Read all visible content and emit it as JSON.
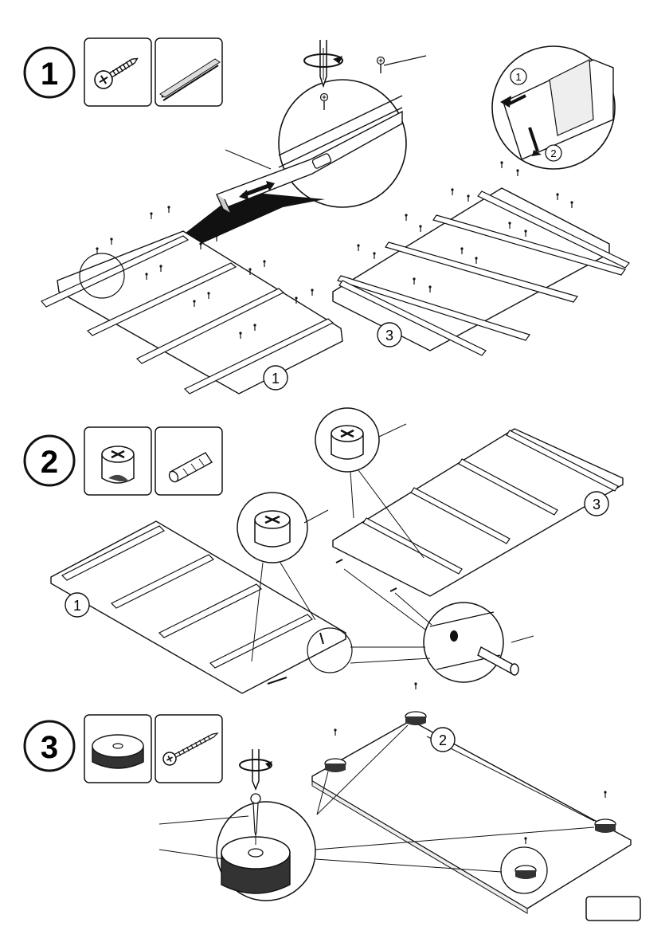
{
  "steps": [
    {
      "number": "1",
      "parts": [
        "screw-icon",
        "rail-icon"
      ]
    },
    {
      "number": "2",
      "parts": [
        "cam-lock-icon",
        "wooden-dowel-icon"
      ]
    },
    {
      "number": "3",
      "parts": [
        "foot-pad-icon",
        "long-screw-icon"
      ]
    }
  ],
  "callouts": {
    "rail_detail": [
      "1",
      "2"
    ],
    "panel_labels": [
      "1",
      "3",
      "1",
      "3",
      "2"
    ]
  },
  "page_number_box": ""
}
